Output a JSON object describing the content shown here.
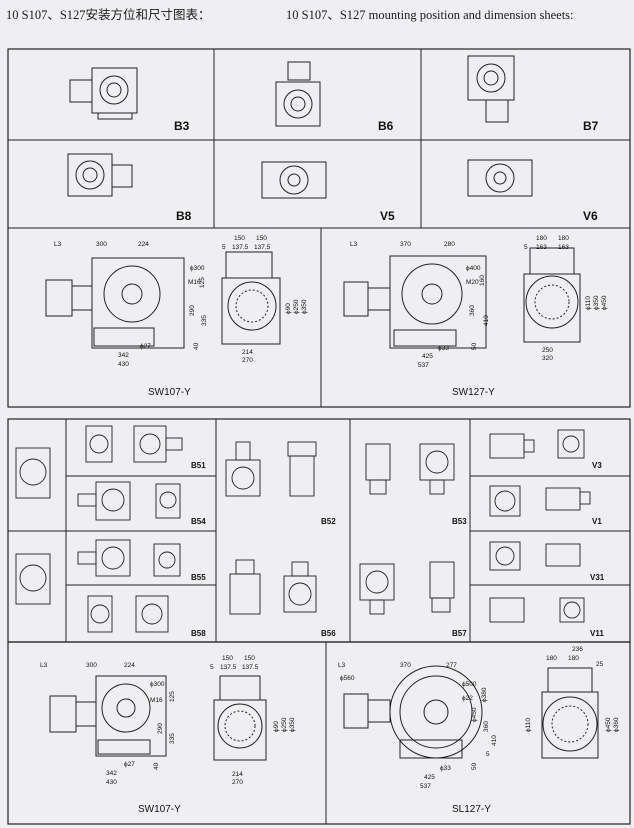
{
  "header": {
    "left": "10  S107、S127安装方位和尺寸图表：",
    "right": "10  S107、S127 mounting position and dimension sheets:"
  },
  "top_labels": [
    "B3",
    "B6",
    "B7",
    "B8",
    "V5",
    "V6"
  ],
  "mid_labels": [
    "B51",
    "B54",
    "B52",
    "B53",
    "V3",
    "V1",
    "B55",
    "B58",
    "B56",
    "B57",
    "V31",
    "V11"
  ],
  "sw107_top": {
    "caption": "SW107-Y",
    "dims": {
      "l3": "L3",
      "d1": "300",
      "d2": "224",
      "d3": "ϕ300",
      "d4": "M16",
      "d5": "125",
      "d6": "290",
      "d7": "335",
      "d8": "40",
      "d9": "ϕ27",
      "d10": "342",
      "d11": "430",
      "d12": "150",
      "d13": "150",
      "d14": "5",
      "d15": "137.5",
      "d16": "137.5",
      "d17": "ϕ90",
      "d18": "ϕ250",
      "d19": "ϕ350",
      "d20": "214",
      "d21": "270"
    }
  },
  "sw127_top": {
    "caption": "SW127-Y",
    "dims": {
      "l3": "L3",
      "d1": "370",
      "d2": "280",
      "d3": "ϕ400",
      "d4": "M20",
      "d5": "160",
      "d6": "360",
      "d7": "410",
      "d8": "50",
      "d9": "ϕ33",
      "d10": "425",
      "d11": "537",
      "d12": "180",
      "d13": "180",
      "d14": "5",
      "d15": "163",
      "d16": "163",
      "d17": "ϕ110",
      "d18": "ϕ350",
      "d19": "ϕ450",
      "d20": "250",
      "d21": "320"
    }
  },
  "sw107_bottom": {
    "caption": "SW107-Y",
    "dims": {
      "l3": "L3",
      "d1": "300",
      "d2": "224",
      "d3": "ϕ300",
      "d4": "M16",
      "d5": "125",
      "d6": "290",
      "d7": "335",
      "d8": "40",
      "d9": "ϕ27",
      "d10": "342",
      "d11": "430",
      "d12": "150",
      "d13": "150",
      "d14": "5",
      "d15": "137.5",
      "d16": "137.5",
      "d17": "ϕ90",
      "d18": "ϕ250",
      "d19": "ϕ350",
      "d20": "214",
      "d21": "270"
    }
  },
  "sl127_bottom": {
    "caption": "SL127-Y",
    "dims": {
      "l3": "L3",
      "d0": "ϕ560",
      "d1": "370",
      "d2": "277",
      "d3": "ϕ500",
      "d4": "ϕ22",
      "d5": "ϕ380",
      "d6": "ϕ450",
      "d7": "50",
      "d8": "5",
      "d9": "ϕ33",
      "d10": "425",
      "d11": "537",
      "d12": "180",
      "d13": "180",
      "d14": "236",
      "d15": "25",
      "d16": "ϕ110",
      "d17": "ϕ450",
      "d18": "ϕ360",
      "d19": "360",
      "d20": "410"
    }
  }
}
